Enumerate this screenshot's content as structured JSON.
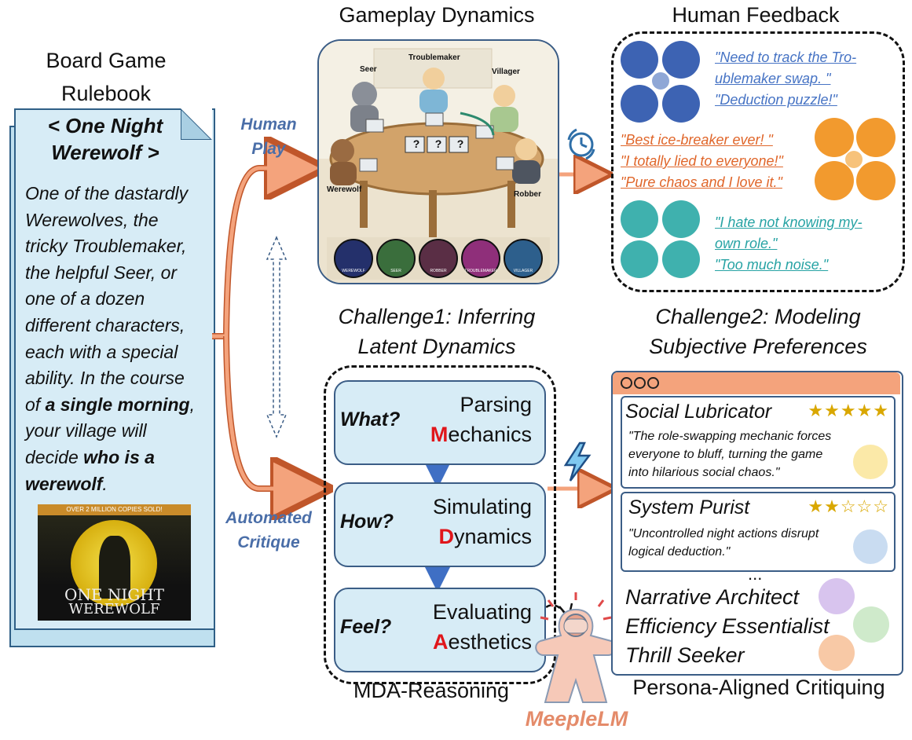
{
  "rulebook": {
    "title_line1": "Board Game",
    "title_line2": "Rulebook",
    "game_line1": "< One Night",
    "game_line2": "Werewolf >",
    "body_lines": [
      "One of the dastardly",
      "Werewolves, the",
      "tricky Troublemaker,",
      "the helpful Seer, or",
      "one of a dozen",
      "different characters,",
      "each with a special",
      "ability. In the course"
    ],
    "body_bold_prefix": "of ",
    "body_bold1": "a single morning",
    "body_after_bold1": ",",
    "body_line10": "your village will",
    "body_line11_a": "decide ",
    "body_bold2": "who is a",
    "body_bold3": "werewolf",
    "body_end": ".",
    "cover_band": "OVER 2 MILLION COPIES SOLD!",
    "cover_title1": "ONE NIGHT",
    "cover_title2": "WEREWOLF"
  },
  "gameplay": {
    "title": "Gameplay Dynamics",
    "roles": {
      "seer": "Seer",
      "troublemaker": "Troublemaker",
      "villager": "Villager",
      "werewolf": "Werewolf",
      "robber": "Robber"
    },
    "center_cards": [
      "?",
      "?",
      "?"
    ],
    "tokens": [
      "WEREWOLF",
      "SEER",
      "ROBBER",
      "TROUBLEMAKER",
      "VILLAGER"
    ]
  },
  "feedback": {
    "title": "Human Feedback",
    "blue": [
      "\"Need to track the Tro-",
      "ublemaker swap. \"",
      "\"Deduction puzzle!\""
    ],
    "orange": [
      "\"Best ice-breaker ever! \"",
      "\"I totally lied to everyone!\"",
      "\"Pure chaos and I love it.\""
    ],
    "teal": [
      "\"I hate not knowing my-",
      "own role.\"",
      "\"Too much noise.\""
    ]
  },
  "labels": {
    "human_play_1": "Human",
    "human_play_2": "Play",
    "automated_1": "Automated",
    "automated_2": "Critique"
  },
  "challenge1": {
    "line1": "Challenge1:  Inferring",
    "line2": "Latent Dynamics"
  },
  "challenge2": {
    "line1": "Challenge2: Modeling",
    "line2": "Subjective Preferences"
  },
  "mda": {
    "steps": [
      {
        "q": "What?",
        "w1": "Parsing",
        "letter": "M",
        "rest": "echanics"
      },
      {
        "q": "How?",
        "w1": "Simulating",
        "letter": "D",
        "rest": "ynamics"
      },
      {
        "q": "Feel?",
        "w1": "Evaluating",
        "letter": "A",
        "rest": "esthetics"
      }
    ],
    "caption": "MDA-Reasoning"
  },
  "meeple": {
    "name": "MeepleLM"
  },
  "personas": {
    "card1": {
      "name": "Social Lubricator",
      "stars": "★★★★★",
      "quote": [
        "\"The role-swapping mechanic forces",
        "everyone to bluff, turning the game",
        "into hilarious social chaos.\""
      ]
    },
    "card2": {
      "name": "System Purist",
      "stars": "★★☆☆☆",
      "quote": [
        "\"Uncontrolled night actions disrupt",
        "logical deduction.\""
      ]
    },
    "ellipsis": "...",
    "others": [
      "Narrative Architect",
      "Efficiency Essentialist",
      "Thrill Seeker"
    ],
    "caption": "Persona-Aligned Critiquing"
  },
  "colors": {
    "accent_blue": "#3b5d86",
    "box_fill": "#d7ecf6",
    "arrow_orange": "#f4a37c",
    "mda_red": "#e0161b"
  }
}
